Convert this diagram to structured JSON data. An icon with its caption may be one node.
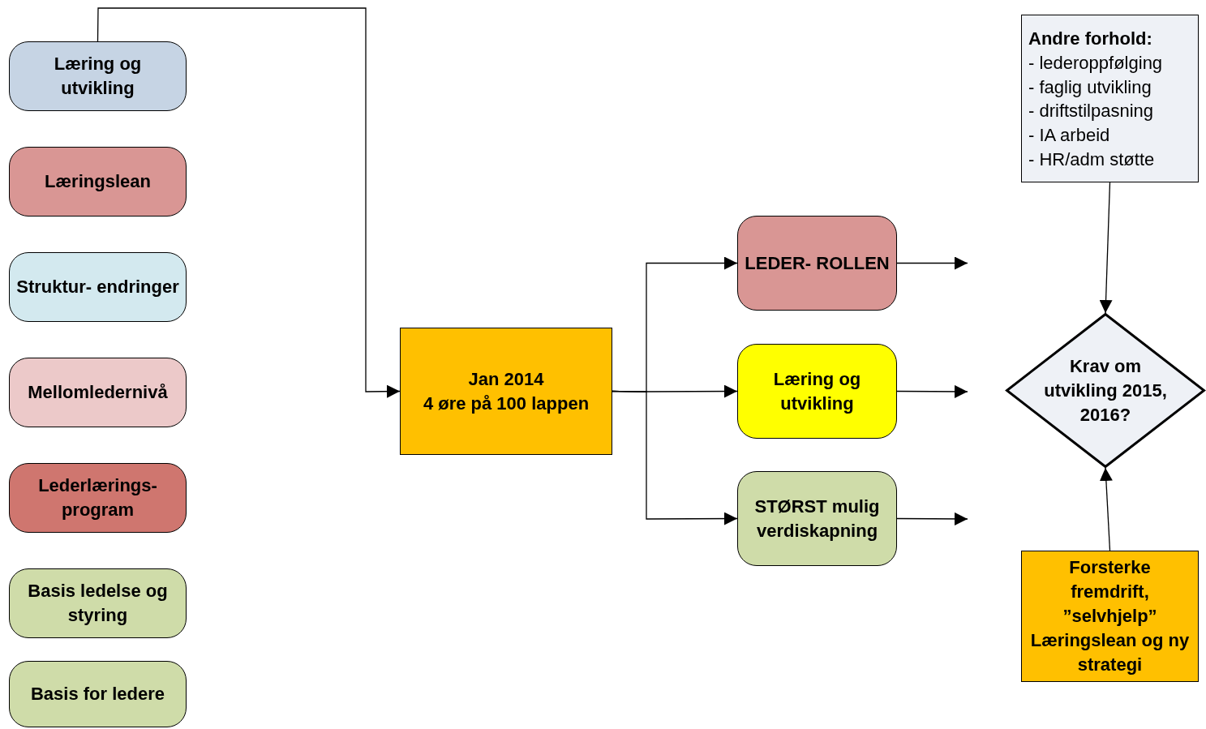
{
  "diagram": {
    "nodes": [
      {
        "text": [
          "Læring og utvikling"
        ]
      },
      {
        "text": [
          "Læringslean"
        ]
      },
      {
        "text": [
          "Struktur- endringer"
        ]
      },
      {
        "text": [
          "Mellomledernivå"
        ]
      },
      {
        "text": [
          "Lederlærings- program"
        ]
      },
      {
        "text": [
          "Basis ledelse og styring"
        ]
      },
      {
        "text": [
          "Basis for ledere"
        ]
      },
      {
        "text": [
          "Jan 2014",
          "4 øre på 100 lappen"
        ]
      },
      {
        "text": [
          "LEDER- ROLLEN"
        ]
      },
      {
        "text": [
          "Læring og utvikling"
        ]
      },
      {
        "text": [
          "STØRST mulig verdiskapning"
        ]
      },
      {
        "text": [
          "Andre forhold:",
          "- lederoppfølging",
          "- faglig utvikling",
          "- driftstilpasning",
          "- IA arbeid",
          "- HR/adm støtte"
        ]
      },
      {
        "text": [
          "Krav om utvikling 2015, 2016?"
        ]
      },
      {
        "text": [
          "Forsterke fremdrift, ”selvhjelp” Læringslean og ny strategi"
        ]
      }
    ],
    "edges": [
      {
        "from": 0,
        "to": 7,
        "arrow": "to"
      },
      {
        "from": 7,
        "to": 8,
        "arrow": "to"
      },
      {
        "from": 7,
        "to": 9,
        "arrow": "to"
      },
      {
        "from": 7,
        "to": 10,
        "arrow": "to"
      },
      {
        "from": 8,
        "to": null,
        "arrow": "to"
      },
      {
        "from": 9,
        "to": null,
        "arrow": "to"
      },
      {
        "from": 10,
        "to": null,
        "arrow": "to"
      },
      {
        "from": 11,
        "to": 12,
        "arrow": "to"
      },
      {
        "from": 13,
        "to": 12,
        "arrow": "to"
      }
    ]
  }
}
